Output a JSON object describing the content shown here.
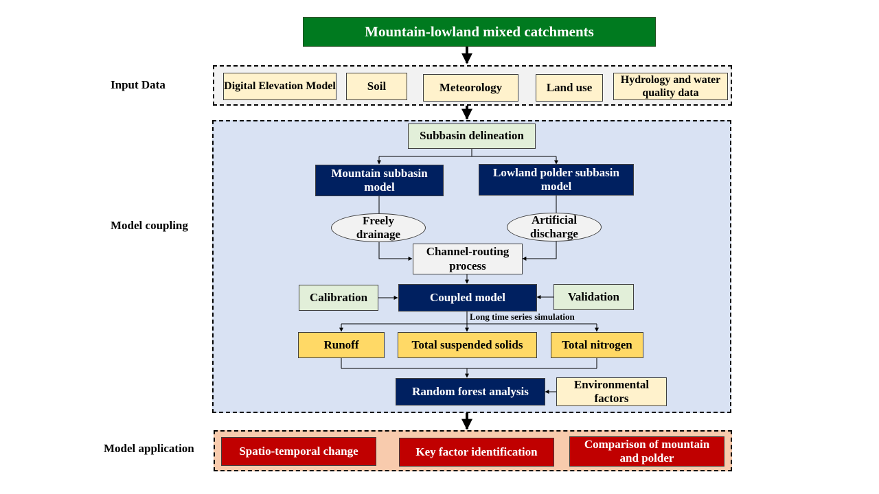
{
  "title": "Mountain-lowland mixed catchments",
  "sections": {
    "input": "Input Data",
    "coupling": "Model coupling",
    "application": "Model application"
  },
  "inputs": [
    "Digital Elevation Model",
    "Soil",
    "Meteorology",
    "Land use",
    "Hydrology and water quality data"
  ],
  "coupling": {
    "delineation": "Subbasin delineation",
    "mountain_model": "Mountain subbasin model",
    "lowland_model": "Lowland polder subbasin model",
    "freely_drainage": "Freely drainage",
    "artificial_discharge": "Artificial discharge",
    "channel_routing": "Channel-routing process",
    "calibration": "Calibration",
    "coupled_model": "Coupled model",
    "validation": "Validation",
    "simulation_label": "Long time series simulation",
    "runoff": "Runoff",
    "tss": "Total suspended solids",
    "tn": "Total nitrogen",
    "random_forest": "Random forest analysis",
    "env_factors": "Environmental factors"
  },
  "applications": [
    "Spatio-temporal change",
    "Key factor identification",
    "Comparison of mountain and polder"
  ],
  "colors": {
    "title_bg": "#007a1f",
    "input_fill": "#fff2cc",
    "coupling_bg": "#d9e2f3",
    "navy": "#002060",
    "gold": "#ffd966",
    "light_green": "#e2efd9",
    "application_bg": "#f8cbad",
    "red": "#c00000"
  }
}
